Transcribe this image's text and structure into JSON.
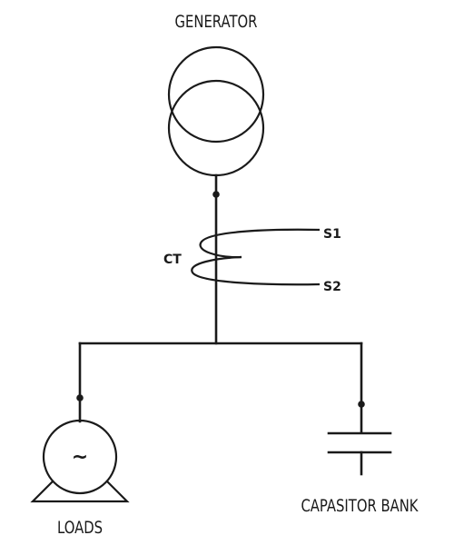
{
  "diagram": {
    "generator_label": "GENERATOR",
    "ct_label": "CT",
    "s1_label": "S1",
    "s2_label": "S2",
    "load_symbol": "~",
    "loads_label": "LOADS",
    "capacitor_label": "CAPASITOR BANK"
  }
}
